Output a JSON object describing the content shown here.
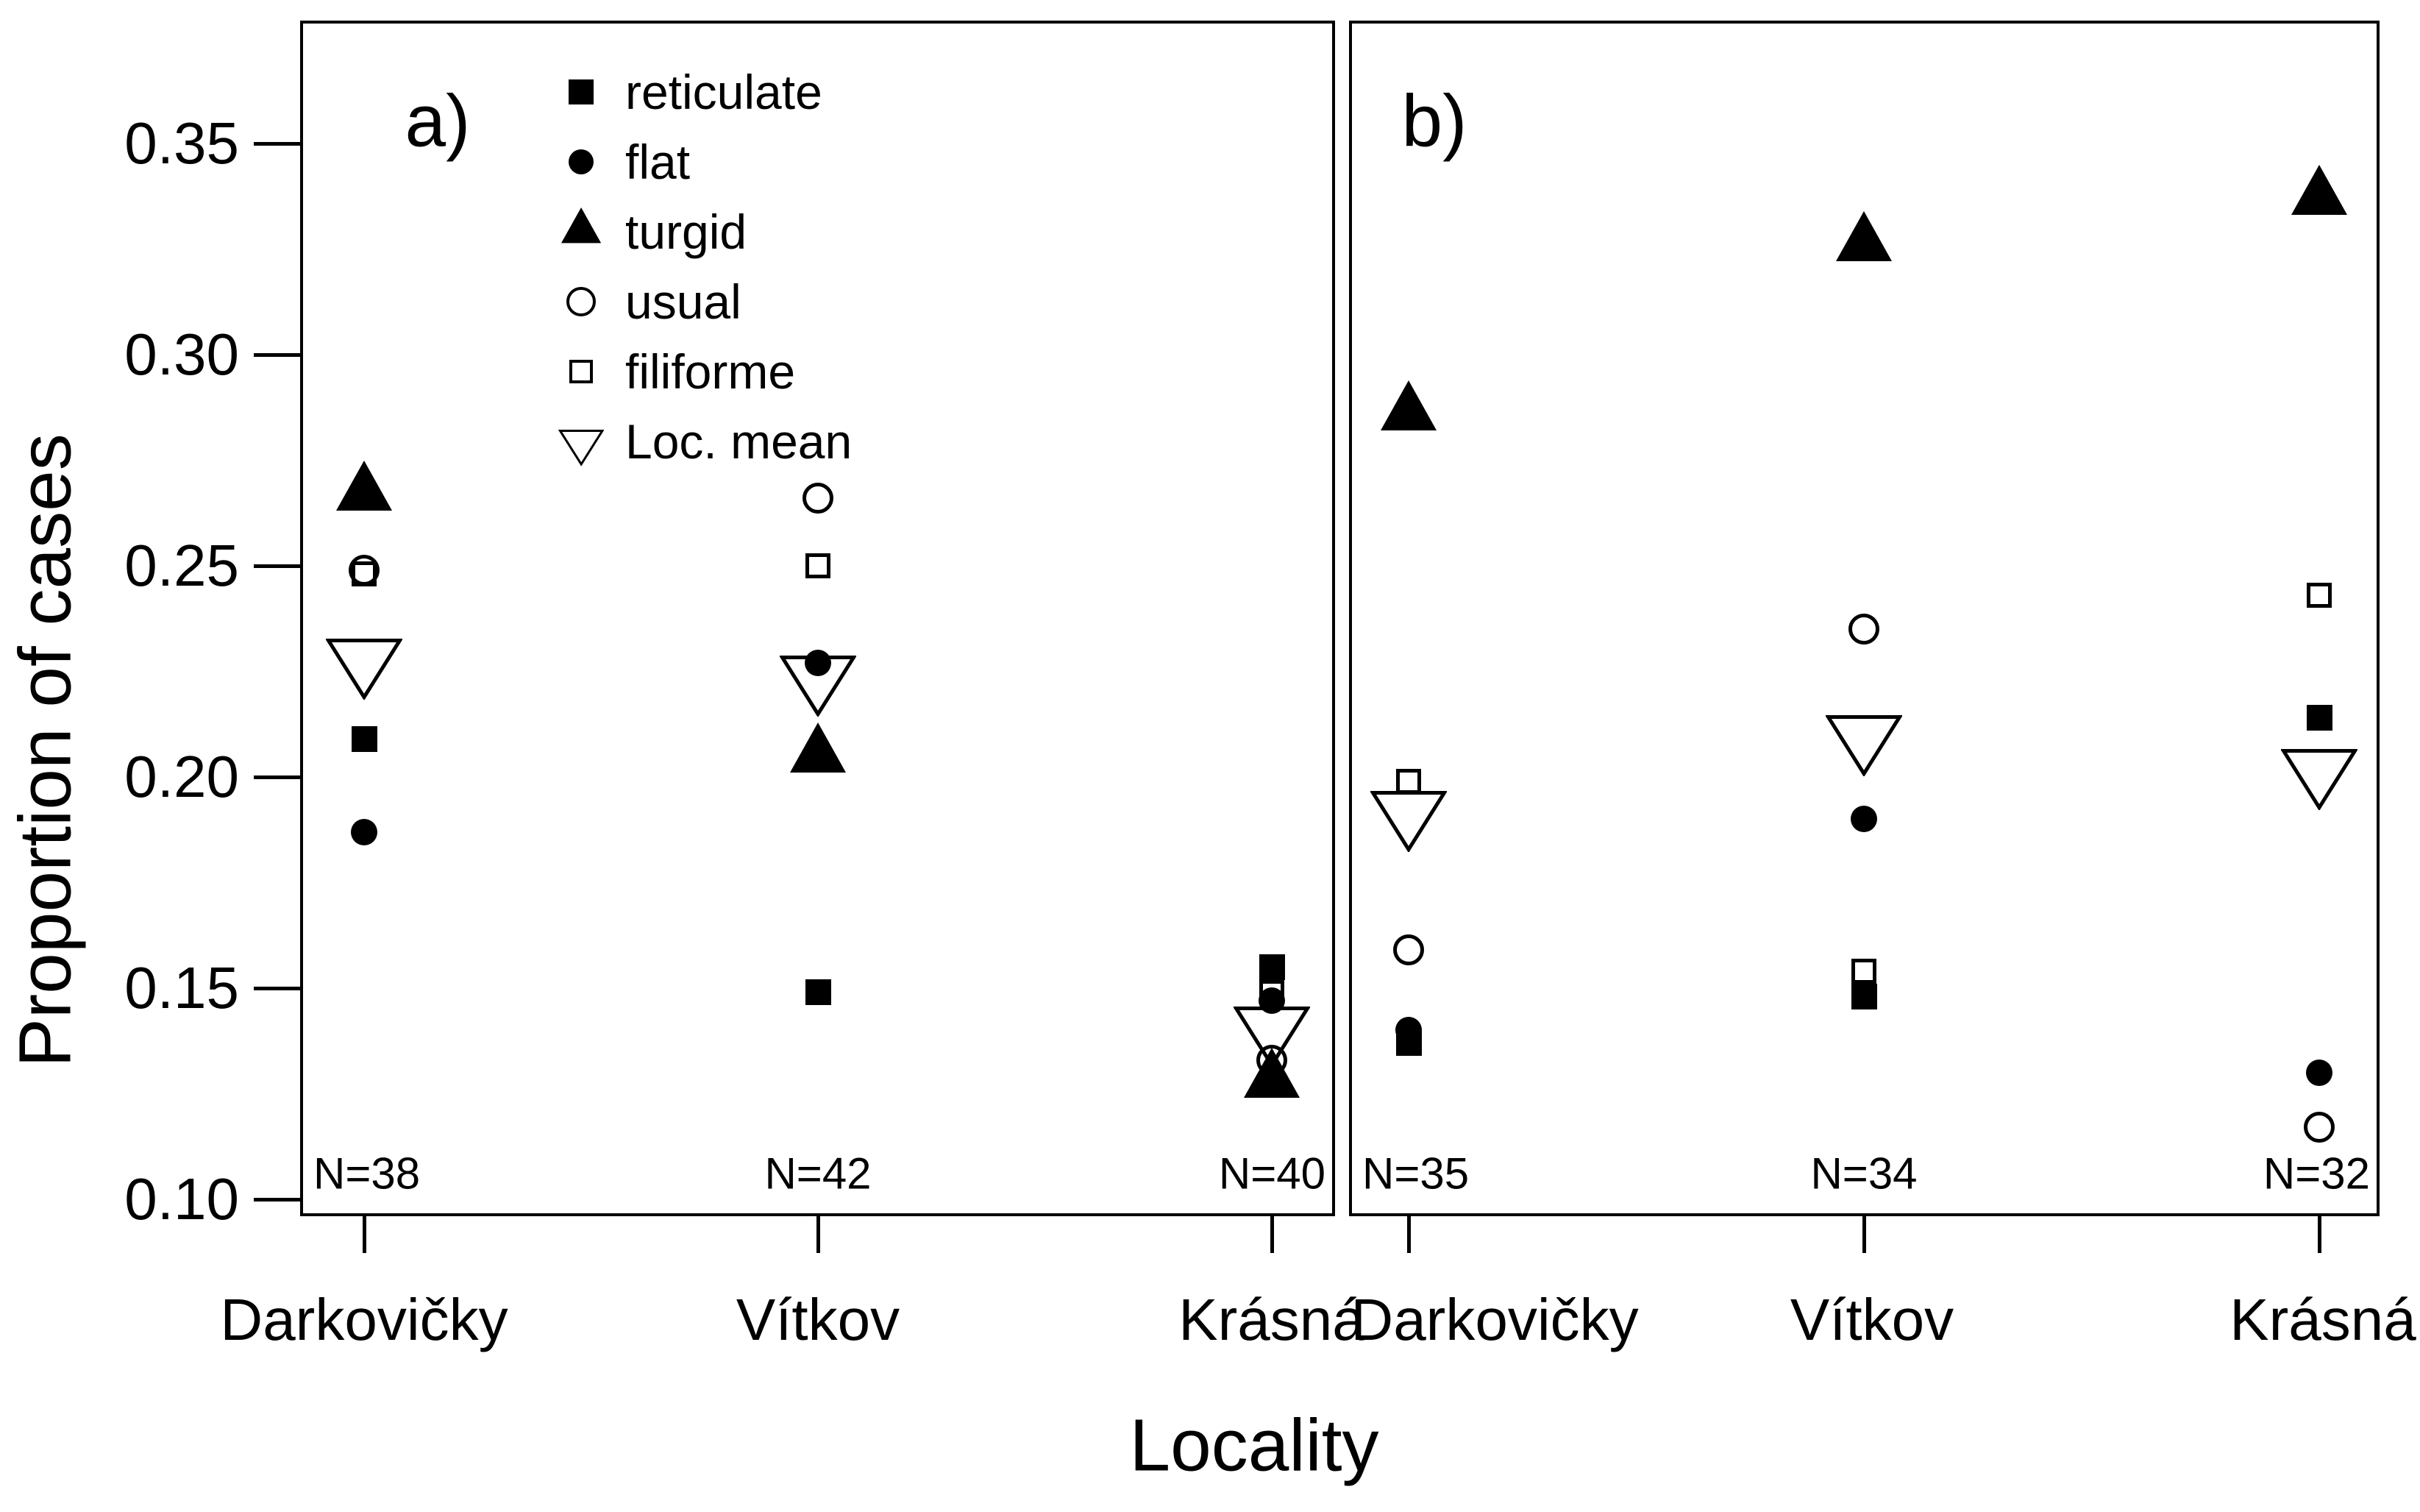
{
  "figure": {
    "y_axis": {
      "label": "Proportion of cases",
      "ticks": [
        "0.35",
        "0.30",
        "0.25",
        "0.20",
        "0.15",
        "0.10"
      ],
      "tick_values": [
        0.35,
        0.3,
        0.25,
        0.2,
        0.15,
        0.1
      ]
    },
    "x_axis": {
      "label": "Locality",
      "categories": [
        "Darkovičky",
        "Vítkov",
        "Krásná"
      ]
    },
    "legend": [
      {
        "symbol": "filled-square-icon",
        "label": "reticulate"
      },
      {
        "symbol": "filled-circle-icon",
        "label": "flat"
      },
      {
        "symbol": "filled-triangle-icon",
        "label": "turgid"
      },
      {
        "symbol": "open-circle-icon",
        "label": "usual"
      },
      {
        "symbol": "open-square-icon",
        "label": "filiforme"
      },
      {
        "symbol": "open-triangle-down-icon",
        "label": "Loc. mean"
      }
    ],
    "panels": [
      {
        "tag": "a)",
        "n_labels": [
          "N=38",
          "N=42",
          "N=40"
        ]
      },
      {
        "tag": "b)",
        "n_labels": [
          "N=35",
          "N=34",
          "N=32"
        ]
      }
    ]
  },
  "chart_data": {
    "type": "scatter",
    "title": "",
    "xlabel": "Locality",
    "ylabel": "Proportion of cases",
    "ylim": [
      0.1,
      0.35
    ],
    "y_tick_step": 0.05,
    "grid": false,
    "legend_position": "top-left-inside-panel-a",
    "categories": [
      "Darkovičky",
      "Vítkov",
      "Krásná"
    ],
    "marker_colors": {
      "foreground": "#000000",
      "background": "#ffffff"
    },
    "panels": [
      {
        "label": "a)",
        "sample_sizes": [
          38,
          42,
          40
        ],
        "series": [
          {
            "name": "reticulate",
            "marker": "filled-square",
            "values": [
              0.209,
              0.149,
              0.155
            ]
          },
          {
            "name": "flat",
            "marker": "filled-circle",
            "values": [
              0.187,
              0.227,
              0.147
            ]
          },
          {
            "name": "turgid",
            "marker": "filled-triangle",
            "values": [
              0.267,
              0.205,
              0.128
            ]
          },
          {
            "name": "usual",
            "marker": "open-circle",
            "values": [
              0.249,
              0.266,
              0.133
            ]
          },
          {
            "name": "filiforme",
            "marker": "open-square",
            "values": [
              0.248,
              0.25,
              0.149
            ]
          },
          {
            "name": "Loc. mean",
            "marker": "open-triangle-down",
            "values": [
              0.228,
              0.224,
              0.141
            ]
          }
        ]
      },
      {
        "label": "b)",
        "sample_sizes": [
          35,
          34,
          32
        ],
        "series": [
          {
            "name": "reticulate",
            "marker": "filled-square",
            "values": [
              0.137,
              0.148,
              0.214
            ]
          },
          {
            "name": "flat",
            "marker": "filled-circle",
            "values": [
              0.14,
              0.19,
              0.13
            ]
          },
          {
            "name": "turgid",
            "marker": "filled-triangle",
            "values": [
              0.286,
              0.326,
              0.337
            ]
          },
          {
            "name": "usual",
            "marker": "open-circle",
            "values": [
              0.159,
              0.235,
              0.117
            ]
          },
          {
            "name": "filiforme",
            "marker": "open-square",
            "values": [
              0.199,
              0.154,
              0.243
            ]
          },
          {
            "name": "Loc. mean",
            "marker": "open-triangle-down",
            "values": [
              0.192,
              0.21,
              0.202
            ]
          }
        ]
      }
    ]
  }
}
